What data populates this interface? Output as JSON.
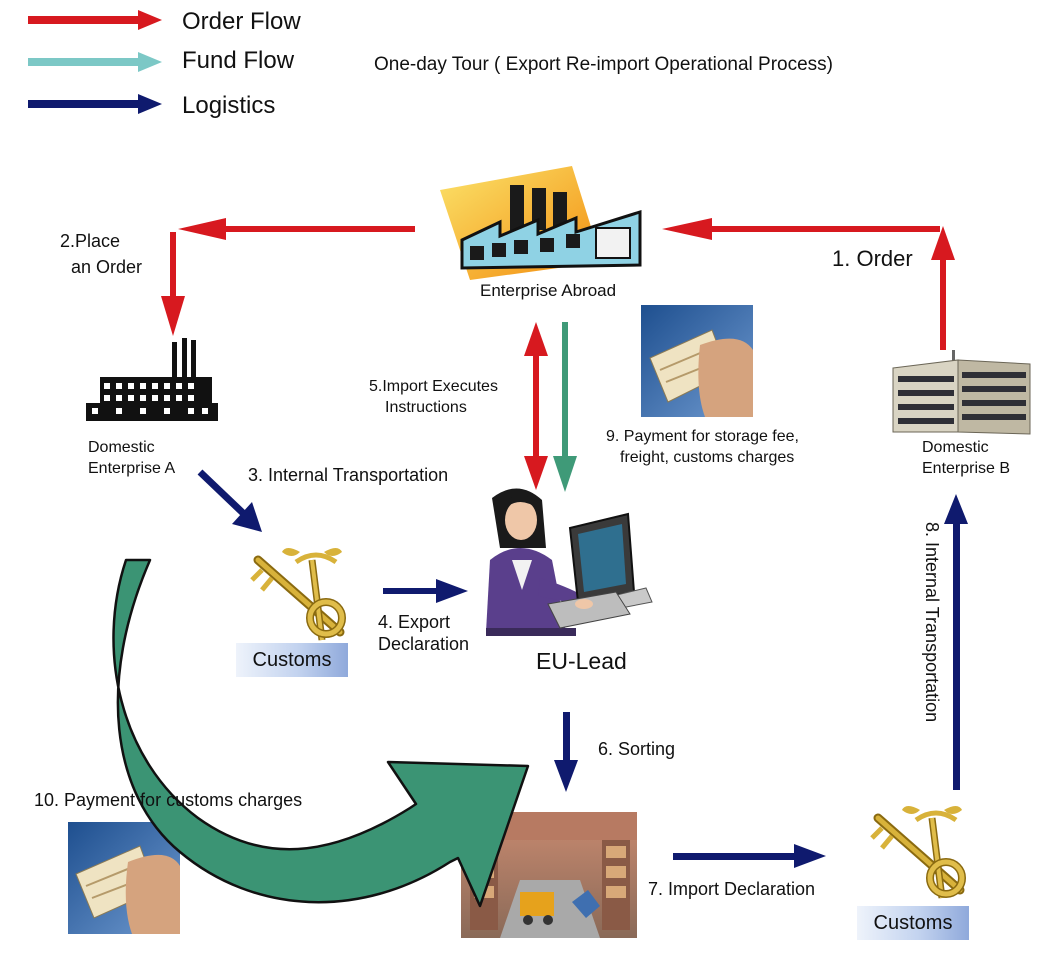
{
  "legend": {
    "order_flow": "Order Flow",
    "fund_flow": "Fund Flow",
    "logistics": "Logistics"
  },
  "title": "One-day Tour ( Export Re-import Operational Process)",
  "colors": {
    "order_flow": "#d7191f",
    "fund_flow": "#7cc8c6",
    "logistics": "#0f1a6e",
    "fund_arrow_diagram": "#3f9a78",
    "big_arrow": "#3b9474"
  },
  "nodes": {
    "enterprise_abroad": "Enterprise Abroad",
    "domestic_a": [
      "Domestic",
      "Enterprise A"
    ],
    "domestic_b": [
      "Domestic",
      "Enterprise B"
    ],
    "eu_lead": "EU-Lead",
    "customs_left": "Customs",
    "customs_right": "Customs"
  },
  "steps": {
    "s1": "1. Order",
    "s2": [
      "2.Place",
      "an Order"
    ],
    "s3": "3. Internal Transportation",
    "s4": [
      "4. Export",
      "Declaration"
    ],
    "s5": [
      "5.Import Executes",
      "Instructions"
    ],
    "s6": "6.  Sorting",
    "s7": "7.  Import Declaration",
    "s8": "8.   Internal Transportation",
    "s9": [
      "9. Payment for storage fee,",
      "freight, customs charges"
    ],
    "s10": "10. Payment for customs charges"
  },
  "icons": {
    "factory_abroad": "factory-icon",
    "factory_a": "factory-silhouette-icon",
    "building_b": "office-building-icon",
    "customs": "customs-emblem-icon",
    "operator": "operator-at-computer-icon",
    "warehouse": "warehouse-icon",
    "payment_card": "hand-card-icon"
  }
}
